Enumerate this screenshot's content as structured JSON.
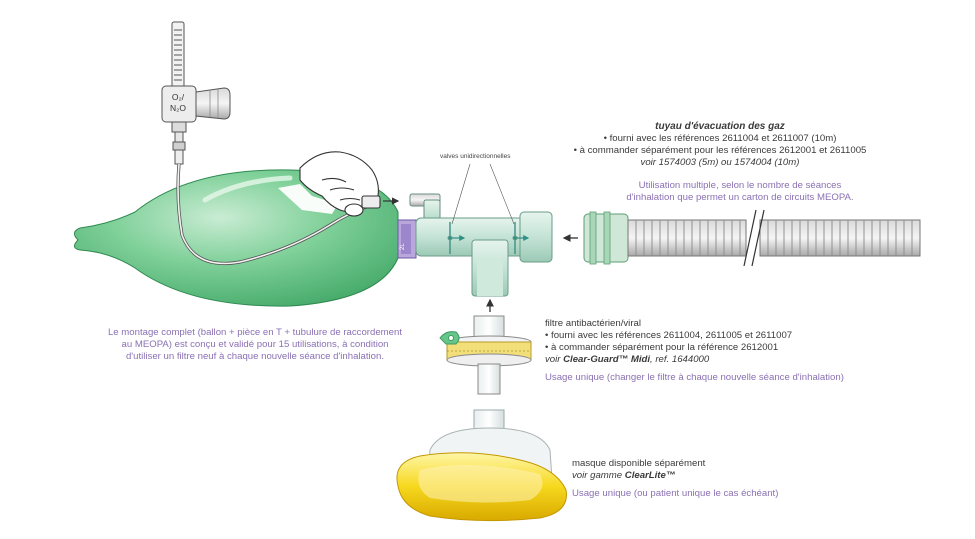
{
  "gas_label": {
    "line1": "O₂/",
    "line2": "N₂O"
  },
  "valves_label": "valves unidirectionnelles",
  "exhaust_tube": {
    "title": "tuyau d'évacuation des gaz",
    "line1": "• fourni avec les références 2611004 et 2611007 (10m)",
    "line2": "• à commander séparément pour les références 2612001 et 2611005",
    "line3": "voir 1574003 (5m) ou 1574004 (10m)",
    "usage_line1": "Utilisation multiple, selon le nombre de séances",
    "usage_line2": "d'inhalation que permet un carton de circuits MEOPA."
  },
  "filter": {
    "title": "filtre antibactérien/viral",
    "line1": "• fourni avec les références 2611004, 2611005 et 2611007",
    "line2": "• à commander séparément pour la référence 2612001",
    "ref_prefix": "voir ",
    "ref_name": "Clear-Guard™ Midi",
    "ref_suffix": ", ref. 1644000",
    "usage": "Usage unique (changer le filtre à chaque nouvelle séance d'inhalation)"
  },
  "mask": {
    "title": "masque disponible séparément",
    "ref_prefix": "voir gamme ",
    "ref_name": "ClearLite™",
    "usage": "Usage unique (ou patient unique le cas échéant)"
  },
  "assembly_note": {
    "line1": "Le montage complet (ballon + pièce en T + tubulure de raccordement",
    "line2": "au MEOPA) est conçu et validé pour 15 utilisations, à condition",
    "line3": "d'utiliser un filtre neuf à chaque nouvelle séance d'inhalation."
  },
  "colors": {
    "purple_text": "#8a70b3",
    "bag_green": "#6cc48a",
    "mask_yellow": "#f3d21c",
    "tube_green": "#cfe3d5"
  }
}
